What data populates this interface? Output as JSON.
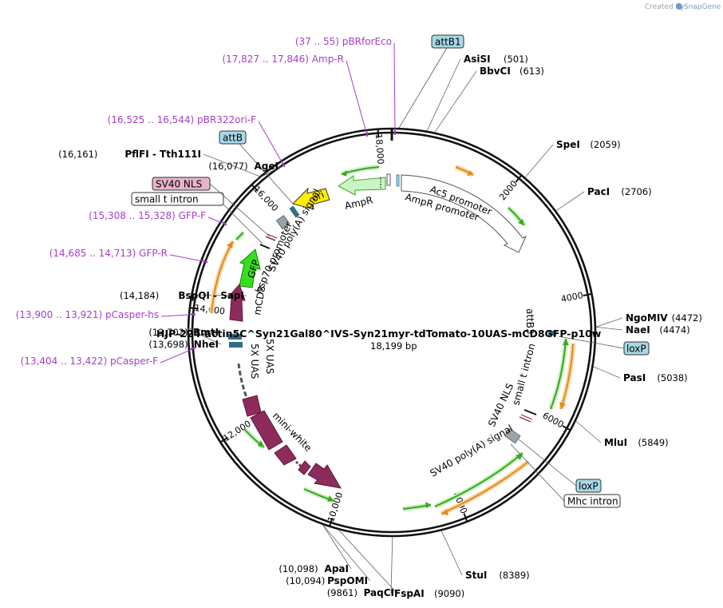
{
  "credit": {
    "prefix": "Created by",
    "brand": "SnapGene"
  },
  "plasmid": {
    "name": "HJP-224-actin5C^Syn21Gal80^IVS-Syn21myr-tdTomato-10UAS-mCD8GFP-p10w",
    "size_label": "18,199 bp",
    "length": 18199
  },
  "ticks": [
    {
      "pos": 2000,
      "label": "2000"
    },
    {
      "pos": 4000,
      "label": "4000"
    },
    {
      "pos": 6000,
      "label": "6000"
    },
    {
      "pos": 8000,
      "label": "8000"
    },
    {
      "pos": 10000,
      "label": "10,000"
    },
    {
      "pos": 12000,
      "label": "12,000"
    },
    {
      "pos": 14000,
      "label": "14,000"
    },
    {
      "pos": 16000,
      "label": "16,000"
    },
    {
      "pos": 18000,
      "label": "18,000"
    }
  ],
  "sites": [
    {
      "id": "asisi",
      "name": "AsiSI",
      "pos_label": "(501)",
      "pos": 501,
      "side": "right"
    },
    {
      "id": "bbvci",
      "name": "BbvCI",
      "pos_label": "(613)",
      "pos": 613,
      "side": "right"
    },
    {
      "id": "spei",
      "name": "SpeI",
      "pos_label": "(2059)",
      "pos": 2059,
      "side": "right"
    },
    {
      "id": "paci",
      "name": "PacI",
      "pos_label": "(2706)",
      "pos": 2706,
      "side": "right"
    },
    {
      "id": "ngomiv",
      "name": "NgoMIV",
      "pos_label": "(4472)",
      "pos": 4472,
      "side": "right"
    },
    {
      "id": "naei",
      "name": "NaeI",
      "pos_label": "(4474)",
      "pos": 4474,
      "side": "right"
    },
    {
      "id": "pasi",
      "name": "PasI",
      "pos_label": "(5038)",
      "pos": 5038,
      "side": "right"
    },
    {
      "id": "mlui",
      "name": "MluI",
      "pos_label": "(5849)",
      "pos": 5849,
      "side": "right"
    },
    {
      "id": "stui",
      "name": "StuI",
      "pos_label": "(8389)",
      "pos": 8389,
      "side": "right"
    },
    {
      "id": "fspai",
      "name": "FspAI",
      "pos_label": "(9090)",
      "pos": 9090,
      "side": "right"
    },
    {
      "id": "paqci",
      "name": "PaqCI",
      "pos_label": "(9861)",
      "pos": 9861,
      "side": "left"
    },
    {
      "id": "pspomi",
      "name": "PspOMI",
      "pos_label": "(10,094)",
      "pos": 10094,
      "side": "left"
    },
    {
      "id": "apai",
      "name": "ApaI",
      "pos_label": "(10,098)",
      "pos": 10098,
      "side": "left"
    },
    {
      "id": "nhei",
      "name": "NheI",
      "pos_label": "(13,698)",
      "pos": 13698,
      "side": "left"
    },
    {
      "id": "bmti",
      "name": "BmtI",
      "pos_label": "(13,702)",
      "pos": 13702,
      "side": "left"
    },
    {
      "id": "bspqi",
      "name": "BspQI  - SapI",
      "pos_label": "(14,184)",
      "pos": 14184,
      "side": "left"
    },
    {
      "id": "agei",
      "name": "AgeI",
      "pos_label": "(16,077)",
      "pos": 16077,
      "side": "left"
    },
    {
      "id": "pflfi",
      "name": "PflFI  - Tth111I",
      "pos_label": "(16,161)",
      "pos": 16161,
      "side": "left"
    }
  ],
  "primers": [
    {
      "id": "pbrforeco",
      "text": "(37 .. 55)  pBRforEco",
      "pos": 46
    },
    {
      "id": "ampr-primer",
      "text": "(17,827 .. 17,846)  Amp-R",
      "pos": 17836
    },
    {
      "id": "pbr322ori-f",
      "text": "(16,525 .. 16,544)  pBR322ori-F",
      "pos": 16534
    },
    {
      "id": "gfp-f",
      "text": "(15,308 .. 15,328)  GFP-F",
      "pos": 15318
    },
    {
      "id": "gfp-r",
      "text": "(14,685 .. 14,713)  GFP-R",
      "pos": 14699
    },
    {
      "id": "pcasper-hs",
      "text": "(13,900 .. 13,921)  pCasper-hs",
      "pos": 13910
    },
    {
      "id": "pcasper-f",
      "text": "(13,404 .. 13,422)  pCasper-F",
      "pos": 13413
    }
  ],
  "boxes": [
    {
      "id": "attb1",
      "text": "attB1",
      "fill": "#a8d8e6"
    },
    {
      "id": "attb-left",
      "text": "attB",
      "fill": "#a8d8e6"
    },
    {
      "id": "sv40nls-left",
      "text": "SV40 NLS",
      "fill": "#e6b3c8"
    },
    {
      "id": "small-t-left",
      "text": "small t intron",
      "fill": "#ffffff"
    },
    {
      "id": "loxp-right1",
      "text": "loxP",
      "fill": "#a8d8e6"
    },
    {
      "id": "loxp-right2",
      "text": "loxP",
      "fill": "#a8d8e6"
    },
    {
      "id": "mhc-intron",
      "text": "Mhc intron",
      "fill": "#ffffff"
    }
  ],
  "features": {
    "ac5": "Ac5 promoter",
    "ampr_promoter": "AmpR promoter",
    "ampr": "AmpR",
    "ori": "ori",
    "sv40_polya_left": "SV40 poly(A) signal",
    "hsp70": "hsp70 promoter",
    "gfp": "GFP",
    "mcd8": "mCD8",
    "uas5_a": "5X UAS",
    "uas5_b": "5X UAS",
    "mini_white": "mini-white",
    "attb3": "attB3",
    "small_t_right": "small t intron",
    "sv40_nls_right": "SV40 NLS",
    "sv40_polya_right": "SV40 poly(A) signal"
  },
  "colors": {
    "backbone": "#111111",
    "primer": "#a63ec9",
    "green_arrow": "#3aa81e",
    "orange_arrow": "#e38b1a",
    "gfp_fill": "#35e01f",
    "ori_fill": "#ffee00",
    "ampr_fill": "#c9f5c4",
    "maroon": "#8e2a5c",
    "teal": "#2f6f83",
    "gray": "#9aa3ad"
  }
}
